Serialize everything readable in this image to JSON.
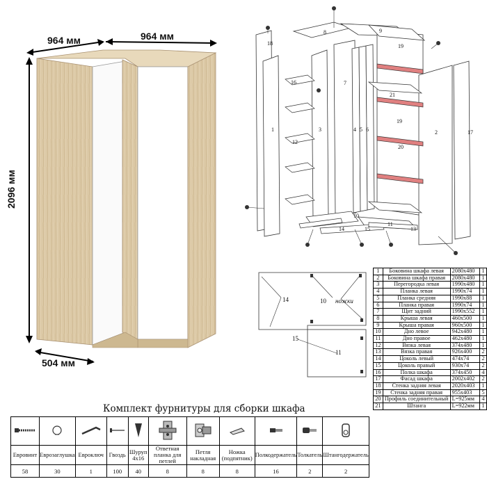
{
  "dimensions": {
    "width_left": "964 мм",
    "width_right": "964 мм",
    "height": "2096 мм",
    "depth": "504 мм"
  },
  "exploded_labels": [
    "1",
    "2",
    "3",
    "4",
    "5",
    "6",
    "7",
    "8",
    "9",
    "10",
    "11",
    "12",
    "13",
    "14",
    "15",
    "16",
    "17",
    "18",
    "19",
    "20",
    "21"
  ],
  "bottom_view": {
    "label_legs": "ножки",
    "labels": [
      "14",
      "10",
      "15",
      "11"
    ]
  },
  "parts": [
    {
      "no": "1",
      "name": "Боковина шкафа левая",
      "size": "2080x480",
      "qty": "1"
    },
    {
      "no": "2",
      "name": "Боковина шкафа правая",
      "size": "2080x480",
      "qty": "1"
    },
    {
      "no": "3",
      "name": "Перегородка левая",
      "size": "1990x480",
      "qty": "1"
    },
    {
      "no": "4",
      "name": "Планка левая",
      "size": "1990x74",
      "qty": "1"
    },
    {
      "no": "5",
      "name": "Планка средняя",
      "size": "1990x88",
      "qty": "1"
    },
    {
      "no": "6",
      "name": "Планка правая",
      "size": "1990x74",
      "qty": "1"
    },
    {
      "no": "7",
      "name": "Щит задний",
      "size": "1990x552",
      "qty": "1"
    },
    {
      "no": "8",
      "name": "Крыша левая",
      "size": "460x500",
      "qty": "1"
    },
    {
      "no": "9",
      "name": "Крыша правая",
      "size": "960x500",
      "qty": "1"
    },
    {
      "no": "10",
      "name": "Дно левое",
      "size": "942x480",
      "qty": "1"
    },
    {
      "no": "11",
      "name": "Дно правое",
      "size": "462x480",
      "qty": "1"
    },
    {
      "no": "12",
      "name": "Вязка левая",
      "size": "374x480",
      "qty": "1"
    },
    {
      "no": "13",
      "name": "Вязка правая",
      "size": "926x400",
      "qty": "2"
    },
    {
      "no": "14",
      "name": "Цоколь левый",
      "size": "474x74",
      "qty": "2"
    },
    {
      "no": "15",
      "name": "Цоколь правый",
      "size": "930x74",
      "qty": "2"
    },
    {
      "no": "16",
      "name": "Полка шкафа",
      "size": "374x450",
      "qty": "4"
    },
    {
      "no": "17",
      "name": "Фасад шкафа",
      "size": "2002x402",
      "qty": "2"
    },
    {
      "no": "18",
      "name": "Стенка задняя левая",
      "size": "2020x403",
      "qty": "1"
    },
    {
      "no": "19",
      "name": "Стенка задняя правая",
      "size": "955x403",
      "qty": "5"
    },
    {
      "no": "20",
      "name": "Профиль соединительный",
      "size": "L=925мм",
      "qty": "4"
    },
    {
      "no": "21",
      "name": "Штанга",
      "size": "L=922мм",
      "qty": "1"
    }
  ],
  "kit": {
    "title": "Комплект фурнитуры для сборки шкафа",
    "items": [
      {
        "name": "Евровинт",
        "qty": "58",
        "icon": "screw-icon"
      },
      {
        "name": "Еврозаглушка",
        "qty": "30",
        "icon": "cap-icon"
      },
      {
        "name": "Евроключ",
        "qty": "1",
        "icon": "hex-key-icon"
      },
      {
        "name": "Гвоздь",
        "qty": "100",
        "icon": "nail-icon"
      },
      {
        "name": "Шуруп 4x16",
        "qty": "40",
        "icon": "wood-screw-icon"
      },
      {
        "name": "Ответная планка для петлей",
        "qty": "8",
        "icon": "hinge-plate-icon"
      },
      {
        "name": "Петля накладная",
        "qty": "8",
        "icon": "hinge-icon"
      },
      {
        "name": "Ножка (подпятник)",
        "qty": "8",
        "icon": "foot-icon"
      },
      {
        "name": "Полкодержатель",
        "qty": "16",
        "icon": "shelf-support-icon"
      },
      {
        "name": "Толкатель",
        "qty": "2",
        "icon": "pusher-icon"
      },
      {
        "name": "Штангодержатель",
        "qty": "2",
        "icon": "rod-holder-icon"
      }
    ]
  },
  "colors": {
    "wood": "#dcc9a6",
    "wood_dark": "#c9b38a",
    "door": "#ffffff",
    "accent": "#e08080"
  }
}
